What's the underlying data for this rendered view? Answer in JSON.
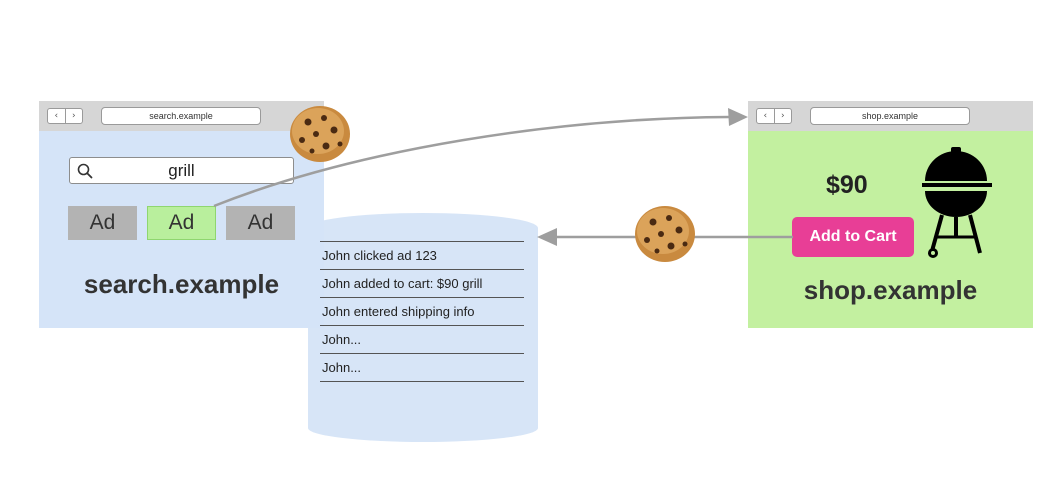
{
  "search_window": {
    "url": "search.example",
    "nav_back": "‹",
    "nav_forward": "›",
    "query": "grill",
    "ads": [
      "Ad",
      "Ad",
      "Ad"
    ],
    "site_label": "search.example"
  },
  "shop_window": {
    "url": "shop.example",
    "nav_back": "‹",
    "nav_forward": "›",
    "price": "$90",
    "cart_button": "Add to Cart",
    "site_label": "shop.example"
  },
  "database": {
    "rows": [
      "John clicked ad 123",
      "John added to cart: $90 grill",
      "John entered shipping info",
      "John...",
      "John..."
    ]
  },
  "icons": {
    "cookie": "cookie-icon",
    "grill": "grill-icon",
    "search": "search-icon"
  },
  "colors": {
    "search_bg": "#d5e4f8",
    "shop_bg": "#c3f0a0",
    "database": "#d7e5f7",
    "add_to_cart": "#e83e96",
    "highlighted_ad": "#b9ef9d",
    "arrow": "#9e9e9e"
  }
}
